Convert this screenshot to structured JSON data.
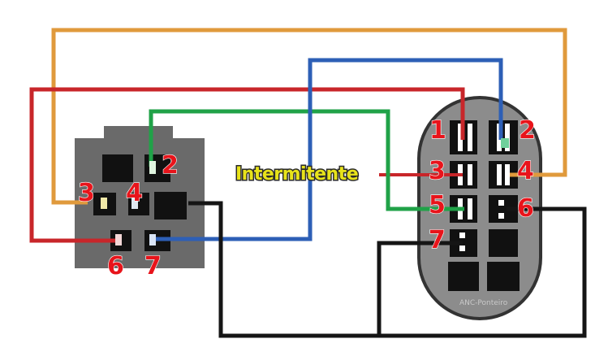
{
  "label": "Intermitente",
  "left_connector": {
    "pins": [
      "2",
      "3",
      "4",
      "6",
      "7"
    ]
  },
  "right_connector": {
    "pins": [
      "1",
      "2",
      "3",
      "4",
      "5",
      "6",
      "7"
    ],
    "logo": "ANC-Ponteiro"
  },
  "wire_colors": {
    "orange": "#e09a3c",
    "red": "#c8262a",
    "green": "#20a248",
    "blue": "#2d5fb6",
    "black": "#151515"
  }
}
